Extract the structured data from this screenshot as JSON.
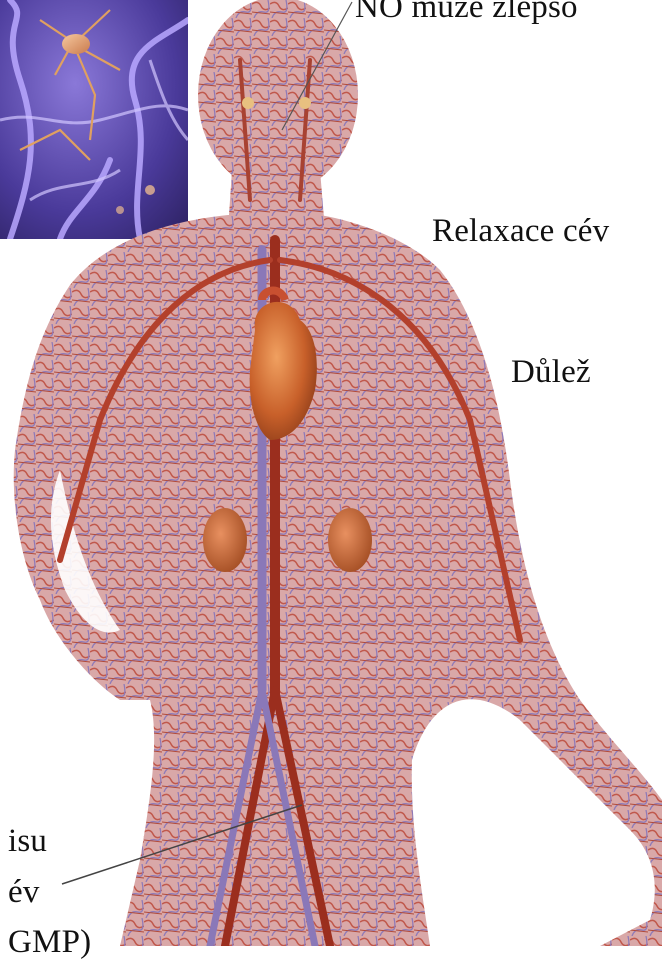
{
  "labels": {
    "top": "NO může zlepšo",
    "middle": "Relaxace cév",
    "right": "Důlež",
    "bottom_left_1": "isu",
    "bottom_left_2": "év",
    "bottom_left_3": "GMP)"
  }
}
